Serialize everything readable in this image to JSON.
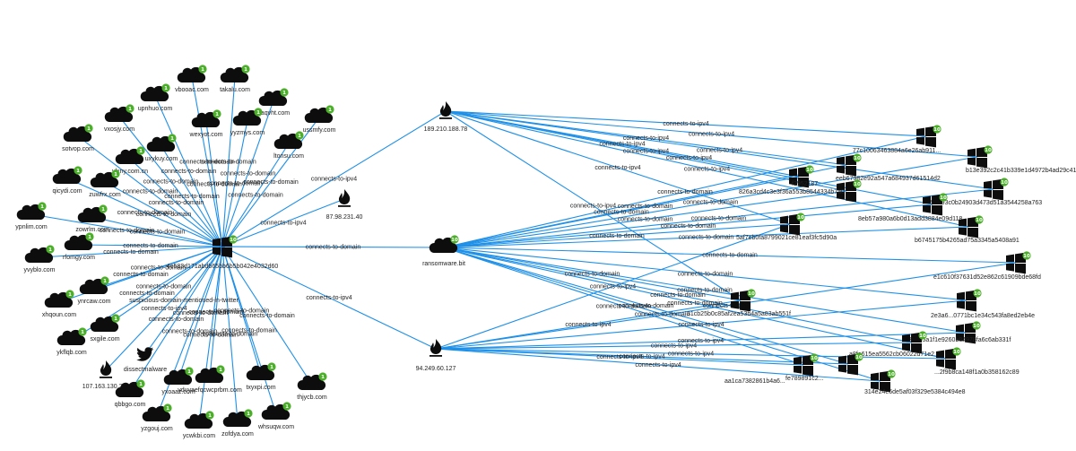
{
  "graph": {
    "colors": {
      "edge": "#1e90e8",
      "node": "#0d0d0d",
      "badge": "#4caf2a",
      "twitter": "#0d0d0d"
    },
    "nodes": [
      {
        "id": "hub1",
        "label": "4e583d171abdb65bb6b5b042e4032d60",
        "type": "windows",
        "badge": "10"
      },
      {
        "id": "ip1",
        "label": "189.210.188.78",
        "type": "ip"
      },
      {
        "id": "ip2",
        "label": "87.98.231.40",
        "type": "ip"
      },
      {
        "id": "bit",
        "label": "ransomware.bit",
        "type": "cloud",
        "badge": "10"
      },
      {
        "id": "ip3",
        "label": "94.249.60.127",
        "type": "ip"
      },
      {
        "id": "ip4",
        "label": "107.163.130.209",
        "type": "ip"
      },
      {
        "id": "tw",
        "label": "dissectmalware",
        "type": "twitter"
      },
      {
        "id": "d1",
        "label": "vbooac.com",
        "type": "cloud",
        "badge": "1"
      },
      {
        "id": "d2",
        "label": "takalu.com",
        "type": "cloud",
        "badge": "1"
      },
      {
        "id": "d3",
        "label": "upnhuo.com",
        "type": "cloud",
        "badge": "1"
      },
      {
        "id": "d4",
        "label": "qaqvht.com",
        "type": "cloud",
        "badge": "1"
      },
      {
        "id": "d5",
        "label": "vxosjy.com",
        "type": "cloud",
        "badge": "1"
      },
      {
        "id": "d6",
        "label": "wexyot.com",
        "type": "cloud",
        "badge": "1"
      },
      {
        "id": "d7",
        "label": "yyzmys.com",
        "type": "cloud",
        "badge": "1"
      },
      {
        "id": "d8",
        "label": "ussmfy.com",
        "type": "cloud",
        "badge": "1"
      },
      {
        "id": "d9",
        "label": "sotvop.com",
        "type": "cloud",
        "badge": "1"
      },
      {
        "id": "d10",
        "label": "uxykuy.com",
        "type": "cloud",
        "badge": "1"
      },
      {
        "id": "d11",
        "label": "ltonsu.com",
        "type": "cloud",
        "badge": "1"
      },
      {
        "id": "d12",
        "label": "ylxny.com.cn",
        "type": "cloud",
        "badge": "1"
      },
      {
        "id": "d13",
        "label": "qicydi.com",
        "type": "cloud",
        "badge": "1"
      },
      {
        "id": "d14",
        "label": "zuwfrx.com",
        "type": "cloud",
        "badge": "1"
      },
      {
        "id": "d15",
        "label": "ypnlim.com",
        "type": "cloud",
        "badge": "1"
      },
      {
        "id": "d16",
        "label": "zowrlm.com",
        "type": "cloud",
        "badge": "1"
      },
      {
        "id": "d17",
        "label": "rfomgy.com",
        "type": "cloud",
        "badge": "1"
      },
      {
        "id": "d18",
        "label": "yvyblo.com",
        "type": "cloud",
        "badge": "1"
      },
      {
        "id": "d19",
        "label": "ynrcaw.com",
        "type": "cloud",
        "badge": "1"
      },
      {
        "id": "d20",
        "label": "xhqoun.com",
        "type": "cloud",
        "badge": "1"
      },
      {
        "id": "d21",
        "label": "sxgile.com",
        "type": "cloud",
        "badge": "1"
      },
      {
        "id": "d22",
        "label": "ykflqb.com",
        "type": "cloud",
        "badge": "1"
      },
      {
        "id": "d23",
        "label": "yxoaaz.com",
        "type": "cloud",
        "badge": "1"
      },
      {
        "id": "d24",
        "label": "vduyaefqcwcprbm.com",
        "type": "cloud",
        "badge": "1"
      },
      {
        "id": "d25",
        "label": "txyxpi.com",
        "type": "cloud",
        "badge": "1"
      },
      {
        "id": "d26",
        "label": "thjycb.com",
        "type": "cloud",
        "badge": "1"
      },
      {
        "id": "d27",
        "label": "qbbgo.com",
        "type": "cloud",
        "badge": "1"
      },
      {
        "id": "d28",
        "label": "yzgouj.com",
        "type": "cloud",
        "badge": "1"
      },
      {
        "id": "d29",
        "label": "ycwkbi.com",
        "type": "cloud",
        "badge": "1"
      },
      {
        "id": "d30",
        "label": "zofdya.com",
        "type": "cloud",
        "badge": "1"
      },
      {
        "id": "d31",
        "label": "whsuqw.com",
        "type": "cloud",
        "badge": "1"
      },
      {
        "id": "w1",
        "label": "77c10063463884a6e26ab911...",
        "type": "windows",
        "badge": "10"
      },
      {
        "id": "w2",
        "label": "b13e392c2c41b339e1d4972b4ad29c41",
        "type": "windows",
        "badge": "10"
      },
      {
        "id": "w3",
        "label": "eeb67982e92a547a684937d61514d2",
        "type": "windows",
        "badge": "10"
      },
      {
        "id": "w4",
        "label": "f2952187...",
        "type": "windows",
        "badge": "10"
      },
      {
        "id": "w5",
        "label": "826a3cd4c3e3f36a553b8544334b7a0",
        "type": "windows",
        "badge": "10"
      },
      {
        "id": "w6",
        "label": "59393c0b24903d473d51a3544258a763",
        "type": "windows",
        "badge": "10"
      },
      {
        "id": "w7",
        "label": "8eb57a980a6b0d13add3884e09d118",
        "type": "windows",
        "badge": "10"
      },
      {
        "id": "w8",
        "label": "5af7eb0fa8799021ce81eaf3fc5d90a",
        "type": "windows",
        "badge": "10"
      },
      {
        "id": "w9",
        "label": "b6745175b4265ad75a3345a5408a91",
        "type": "windows",
        "badge": "10"
      },
      {
        "id": "w10",
        "label": "e1c610f37631d52e862c61909bde68fd",
        "type": "windows",
        "badge": "10"
      },
      {
        "id": "w11",
        "label": "2e3a6...0771bc1e34c543fa8ed2eb4e",
        "type": "windows",
        "badge": "10"
      },
      {
        "id": "w12",
        "label": "31cb25b0c85af2ea53b4a5a83ab551f",
        "type": "windows",
        "badge": "10"
      },
      {
        "id": "w13",
        "label": "e38105a1f1e9260b84978fa6c6ab331f",
        "type": "windows",
        "badge": "10"
      },
      {
        "id": "w14",
        "label": "a8fe615ea5562cb06022d71e2...",
        "type": "windows",
        "badge": "10"
      },
      {
        "id": "w15",
        "label": "aa1ca7382861b4a6...",
        "type": "windows",
        "badge": "10"
      },
      {
        "id": "w16",
        "label": "...2f9b8ca148f1a0b358162c89",
        "type": "windows",
        "badge": "10"
      },
      {
        "id": "w17",
        "label": "fe789891c2...",
        "type": "windows",
        "badge": "10"
      },
      {
        "id": "w18",
        "label": "314e24e6de5af03f329e5384c494e8",
        "type": "windows",
        "badge": "10"
      }
    ],
    "edges": [
      {
        "from": "hub1",
        "to": "ip1",
        "label": "connects-to-ipv4"
      },
      {
        "from": "hub1",
        "to": "ip2",
        "label": "connects-to-ipv4"
      },
      {
        "from": "hub1",
        "to": "bit",
        "label": "connects-to-domain"
      },
      {
        "from": "hub1",
        "to": "ip3",
        "label": "connects-to-ipv4"
      },
      {
        "from": "hub1",
        "to": "ip4",
        "label": "connects-to-ipv4"
      },
      {
        "from": "hub1",
        "to": "tw",
        "label": "suspicious-domain-mentioned-in-twitter"
      },
      {
        "from": "hub1",
        "to": "d1",
        "label": "connects-to-domain"
      },
      {
        "from": "hub1",
        "to": "d2",
        "label": "connects-to-domain"
      },
      {
        "from": "hub1",
        "to": "d3",
        "label": "connects-to-domain"
      },
      {
        "from": "hub1",
        "to": "d4",
        "label": "connects-to-domain"
      },
      {
        "from": "hub1",
        "to": "d5",
        "label": "connects-to-domain"
      },
      {
        "from": "hub1",
        "to": "d6",
        "label": "connects-to-domain"
      },
      {
        "from": "hub1",
        "to": "d7",
        "label": "connects-to-domain"
      },
      {
        "from": "hub1",
        "to": "d8",
        "label": "connects-to-domain"
      },
      {
        "from": "hub1",
        "to": "d9",
        "label": "connects-to-domain"
      },
      {
        "from": "hub1",
        "to": "d10",
        "label": "connects-to-domain"
      },
      {
        "from": "hub1",
        "to": "d11",
        "label": "connects-to-domain"
      },
      {
        "from": "hub1",
        "to": "d12",
        "label": "connects-to-domain"
      },
      {
        "from": "hub1",
        "to": "d13",
        "label": "connects-to-domain"
      },
      {
        "from": "hub1",
        "to": "d14",
        "label": "connects-to-domain"
      },
      {
        "from": "hub1",
        "to": "d15",
        "label": "connects-to-domain"
      },
      {
        "from": "hub1",
        "to": "d16",
        "label": "connects-to-domain"
      },
      {
        "from": "hub1",
        "to": "d17",
        "label": "connects-to-domain"
      },
      {
        "from": "hub1",
        "to": "d18",
        "label": "connects-to-domain"
      },
      {
        "from": "hub1",
        "to": "d19",
        "label": "connects-to-domain"
      },
      {
        "from": "hub1",
        "to": "d20",
        "label": "connects-to-domain"
      },
      {
        "from": "hub1",
        "to": "d21",
        "label": "connects-to-domain"
      },
      {
        "from": "hub1",
        "to": "d22",
        "label": "connects-to-domain"
      },
      {
        "from": "hub1",
        "to": "d23",
        "label": "connects-to-domain"
      },
      {
        "from": "hub1",
        "to": "d24",
        "label": "connects-to-domain"
      },
      {
        "from": "hub1",
        "to": "d25",
        "label": "connects-to-domain"
      },
      {
        "from": "hub1",
        "to": "d26",
        "label": "connects-to-domain"
      },
      {
        "from": "hub1",
        "to": "d27",
        "label": "connects-to-domain"
      },
      {
        "from": "hub1",
        "to": "d28",
        "label": "connects-to-domain"
      },
      {
        "from": "hub1",
        "to": "d29",
        "label": "connects-to-domain"
      },
      {
        "from": "hub1",
        "to": "d30",
        "label": "connects-to-domain"
      },
      {
        "from": "hub1",
        "to": "d31",
        "label": "connects-to-domain"
      },
      {
        "from": "ip1",
        "to": "w1",
        "label": "connects-to-ipv4"
      },
      {
        "from": "ip1",
        "to": "w2",
        "label": "connects-to-ipv4"
      },
      {
        "from": "ip1",
        "to": "w3",
        "label": "connects-to-ipv4"
      },
      {
        "from": "ip1",
        "to": "w4",
        "label": "connects-to-ipv4"
      },
      {
        "from": "ip1",
        "to": "w5",
        "label": "connects-to-ipv4"
      },
      {
        "from": "ip1",
        "to": "w6",
        "label": "connects-to-ipv4"
      },
      {
        "from": "ip1",
        "to": "w7",
        "label": "connects-to-ipv4"
      },
      {
        "from": "ip1",
        "to": "w8",
        "label": "connects-to-ipv4"
      },
      {
        "from": "ip1",
        "to": "w9",
        "label": "connects-to-ipv4"
      },
      {
        "from": "ip1",
        "to": "w12",
        "label": "connects-to-ipv4"
      },
      {
        "from": "bit",
        "to": "w1",
        "label": "connects-to-domain"
      },
      {
        "from": "bit",
        "to": "w2",
        "label": "connects-to-domain"
      },
      {
        "from": "bit",
        "to": "w3",
        "label": "connects-to-domain"
      },
      {
        "from": "bit",
        "to": "w4",
        "label": "connects-to-domain"
      },
      {
        "from": "bit",
        "to": "w5",
        "label": "connects-to-domain"
      },
      {
        "from": "bit",
        "to": "w6",
        "label": "connects-to-domain"
      },
      {
        "from": "bit",
        "to": "w7",
        "label": "connects-to-domain"
      },
      {
        "from": "bit",
        "to": "w8",
        "label": "connects-to-domain"
      },
      {
        "from": "bit",
        "to": "w9",
        "label": "connects-to-domain"
      },
      {
        "from": "bit",
        "to": "w10",
        "label": "connects-to-domain"
      },
      {
        "from": "bit",
        "to": "w11",
        "label": "connects-to-domain"
      },
      {
        "from": "bit",
        "to": "w12",
        "label": "connects-to-domain"
      },
      {
        "from": "bit",
        "to": "w13",
        "label": "connects-to-domain"
      },
      {
        "from": "bit",
        "to": "w14",
        "label": "connects-to-domain"
      },
      {
        "from": "bit",
        "to": "w15",
        "label": "connects-to-domain"
      },
      {
        "from": "bit",
        "to": "w16",
        "label": "connects-to-domain"
      },
      {
        "from": "bit",
        "to": "w17",
        "label": "connects-to-domain"
      },
      {
        "from": "bit",
        "to": "w18",
        "label": "connects-to-domain"
      },
      {
        "from": "ip3",
        "to": "w8",
        "label": "connects-to-ipv4"
      },
      {
        "from": "ip3",
        "to": "w10",
        "label": "connects-to-ipv4"
      },
      {
        "from": "ip3",
        "to": "w11",
        "label": "connects-to-ipv4"
      },
      {
        "from": "ip3",
        "to": "w12",
        "label": "connects-to-ipv4"
      },
      {
        "from": "ip3",
        "to": "w13",
        "label": "connects-to-ipv4"
      },
      {
        "from": "ip3",
        "to": "w14",
        "label": "connects-to-ipv4"
      },
      {
        "from": "ip3",
        "to": "w15",
        "label": "connects-to-ipv4"
      },
      {
        "from": "ip3",
        "to": "w16",
        "label": "connects-to-ipv4"
      },
      {
        "from": "ip3",
        "to": "w17",
        "label": "connects-to-ipv4"
      },
      {
        "from": "ip3",
        "to": "w18",
        "label": "connects-to-ipv4"
      }
    ]
  }
}
